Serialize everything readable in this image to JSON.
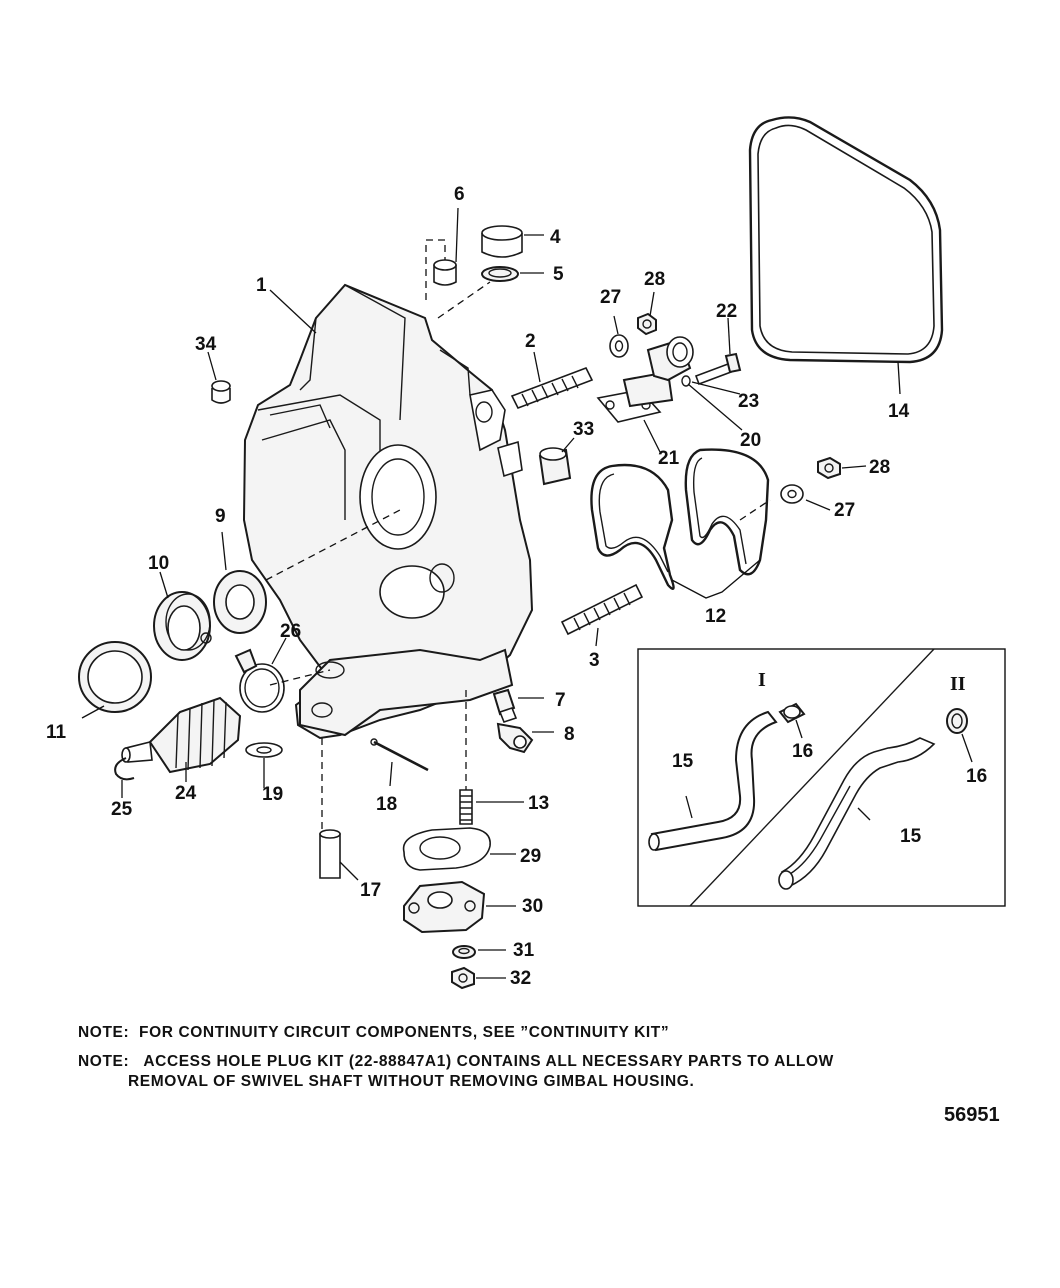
{
  "callouts": {
    "c1": "1",
    "c2": "2",
    "c3": "3",
    "c4": "4",
    "c5": "5",
    "c6": "6",
    "c7": "7",
    "c8": "8",
    "c9": "9",
    "c10": "10",
    "c11": "11",
    "c12": "12",
    "c13": "13",
    "c14": "14",
    "c15a": "15",
    "c15b": "15",
    "c16a": "16",
    "c16b": "16",
    "c17": "17",
    "c18": "18",
    "c19": "19",
    "c20": "20",
    "c21": "21",
    "c22": "22",
    "c23": "23",
    "c24": "24",
    "c25": "25",
    "c26": "26",
    "c27a": "27",
    "c27b": "27",
    "c28a": "28",
    "c28b": "28",
    "c29": "29",
    "c30": "30",
    "c31": "31",
    "c32": "32",
    "c33": "33",
    "c34": "34"
  },
  "inset": {
    "left_label": "I",
    "right_label": "II"
  },
  "notes": {
    "note1": "NOTE:  FOR CONTINUITY CIRCUIT COMPONENTS, SEE ”CONTINUITY KIT”",
    "note2_line1": "NOTE:   ACCESS HOLE PLUG KIT (22-88847A1) CONTAINS ALL NECESSARY PARTS TO ALLOW",
    "note2_line2": "REMOVAL OF SWIVEL SHAFT WITHOUT REMOVING GIMBAL HOUSING."
  },
  "figure_number": "56951"
}
